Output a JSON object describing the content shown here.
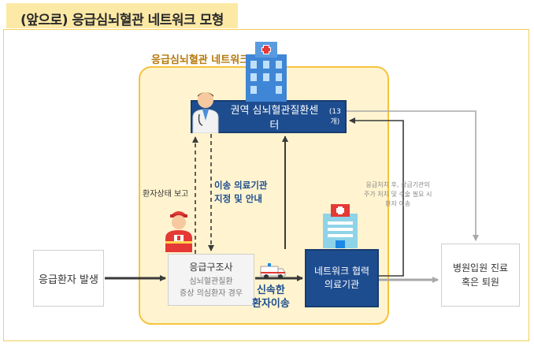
{
  "header": {
    "title": "(앞으로) 응급심뇌혈관 네트워크 모형"
  },
  "network": {
    "label": "응급심뇌혈관 네트워크"
  },
  "nodes": {
    "regional_center": {
      "name": "권역 심뇌혈관질환센터",
      "count": "(13개)"
    },
    "patient": {
      "text": "응급환자 발생"
    },
    "rescuer": {
      "title": "응급구조사",
      "line1": "심뇌혈관질환",
      "line2": "증상 의심환자 경우"
    },
    "partner_hospital": {
      "line1": "네트워크 협력",
      "line2": "의료기관"
    },
    "outcome": {
      "line1": "병원입원 진료",
      "line2": "혹은 퇴원"
    }
  },
  "edge_labels": {
    "report": "환자상태 보고",
    "assign_line1": "이송 의료기관",
    "assign_line2": "지정 및 안내",
    "rapid_line1": "신속한",
    "rapid_line2": "환자이송",
    "note_line1": "응급처치 후, 상급기관의",
    "note_line2": "주가 처치 및 수술 필요 시",
    "note_line3": "환자 이송"
  },
  "colors": {
    "navy": "#1e4d8f",
    "network_fill": "#fff4cf",
    "network_border": "#f5c33c",
    "arrow_dark": "#3a3a3a",
    "arrow_gray": "#a8a8a8"
  },
  "icons": [
    "hospital-tower-icon",
    "doctor-icon",
    "paramedic-icon",
    "ambulance-icon",
    "partner-hospital-icon"
  ]
}
